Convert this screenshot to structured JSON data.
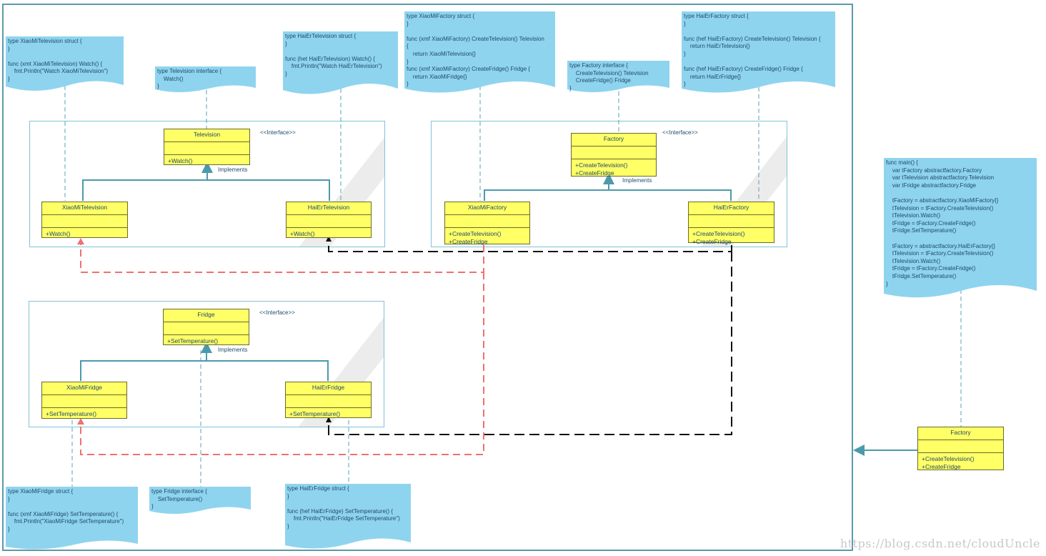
{
  "colors": {
    "class_fill": "#ffff66",
    "note_fill": "#8fd4ef",
    "line_blue": "#4b9aac",
    "line_red": "#f07070",
    "line_black": "#111111"
  },
  "stereotype": "<<Interface>>",
  "implements": "Implements",
  "classes": {
    "television": {
      "name": "Television",
      "ops": [
        "+Watch()"
      ]
    },
    "xiaomi_tv": {
      "name": "XiaoMiTelevision",
      "ops": [
        "+Watch()"
      ]
    },
    "haier_tv": {
      "name": "HaiErTelevision",
      "ops": [
        "+Watch()"
      ]
    },
    "factory": {
      "name": "Factory",
      "ops": [
        "+CreateTelevision()",
        "+CreateFridge"
      ]
    },
    "xiaomi_factory": {
      "name": "XiaoMiFactory",
      "ops": [
        "+CreateTelevision()",
        "+CreateFridge"
      ]
    },
    "haier_factory": {
      "name": "HaiErFactory",
      "ops": [
        "+CreateTelevision()",
        "+CreateFridge"
      ]
    },
    "fridge": {
      "name": "Fridge",
      "ops": [
        "+SetTemperature()"
      ]
    },
    "xiaomi_fridge": {
      "name": "XiaoMiFridge",
      "ops": [
        "+SetTemperature()"
      ]
    },
    "haier_fridge": {
      "name": "HaiErFridge",
      "ops": [
        "+SetTemperature()"
      ]
    },
    "client_factory": {
      "name": "Factory",
      "ops": [
        "+CreateTelevision()",
        "+CreateFridge"
      ]
    }
  },
  "notes": {
    "xiaomi_tv": "type XiaoMiTelevision struct {\n}\n\nfunc (xmt XiaoMiTelevision) Watch() {\n    fmt.Println(\"Watch XiaoMiTelevision\")\n}",
    "tv_interface": "type Television interface {\n    Watch()\n}",
    "haier_tv": "type HaiErTelevision struct {\n}\n\nfunc (het HaiErTelevision) Watch() {\n    fmt.Println(\"Watch HaiErTelevision\")\n}",
    "xiaomi_factory": "type XiaoMiFactory struct {\n}\n\nfunc (xmf XiaoMiFactory) CreateTelevision() Television\n{\n    return XiaoMiTelevision{}\n}\nfunc (xmf XiaoMiFactory) CreateFridge() Fridge {\n    return XiaoMiFridge{}\n}",
    "factory_interface": "type Factory interface {\n    CreateTelevision() Television\n    CreateFridge() Fridge\n}",
    "haier_factory": "type HaiErFactory struct {\n}\n\nfunc (hef HaiErFactory) CreateTelevision() Television {\n    return HaiErTelevision{}\n}\n\nfunc (hef HaiErFactory) CreateFridge() Fridge {\n    return HaiErFridge{}\n}",
    "main": "func main() {\n    var tFactory abstractfactory.Factory\n    var tTelevision abstractfactory.Television\n    var tFridge abstractfactory.Fridge\n\n    tFactory = abstractfactory.XiaoMiFactory{}\n    tTelevision = tFactory.CreateTelevision()\n    tTelevision.Watch()\n    tFridge = tFactory.CreateFridge()\n    tFridge.SetTemperature()\n\n    tFactory = abstractfactory.HaiErFactory{}\n    tTelevision = tFactory.CreateTelevision()\n    tTelevision.Watch()\n    tFridge = tFactory.CreateFridge()\n    tFridge.SetTemperature()\n}",
    "xiaomi_fridge": "type XiaoMiFridge struct {\n}\n\nfunc (xmf XiaoMiFridge) SetTemperature() {\n    fmt.Println(\"XiaoMiFridge SetTemperature\")\n}",
    "fridge_interface": "type Fridge interface {\n    SetTemperature()\n}",
    "haier_fridge": "type HaiErFridge struct {\n}\n\nfunc (hef HaiErFridge) SetTemperature() {\n    fmt.Println(\"HaiErFridge SetTemperature\")\n}"
  },
  "watermark": "https://blog.csdn.net/cloudUncle"
}
